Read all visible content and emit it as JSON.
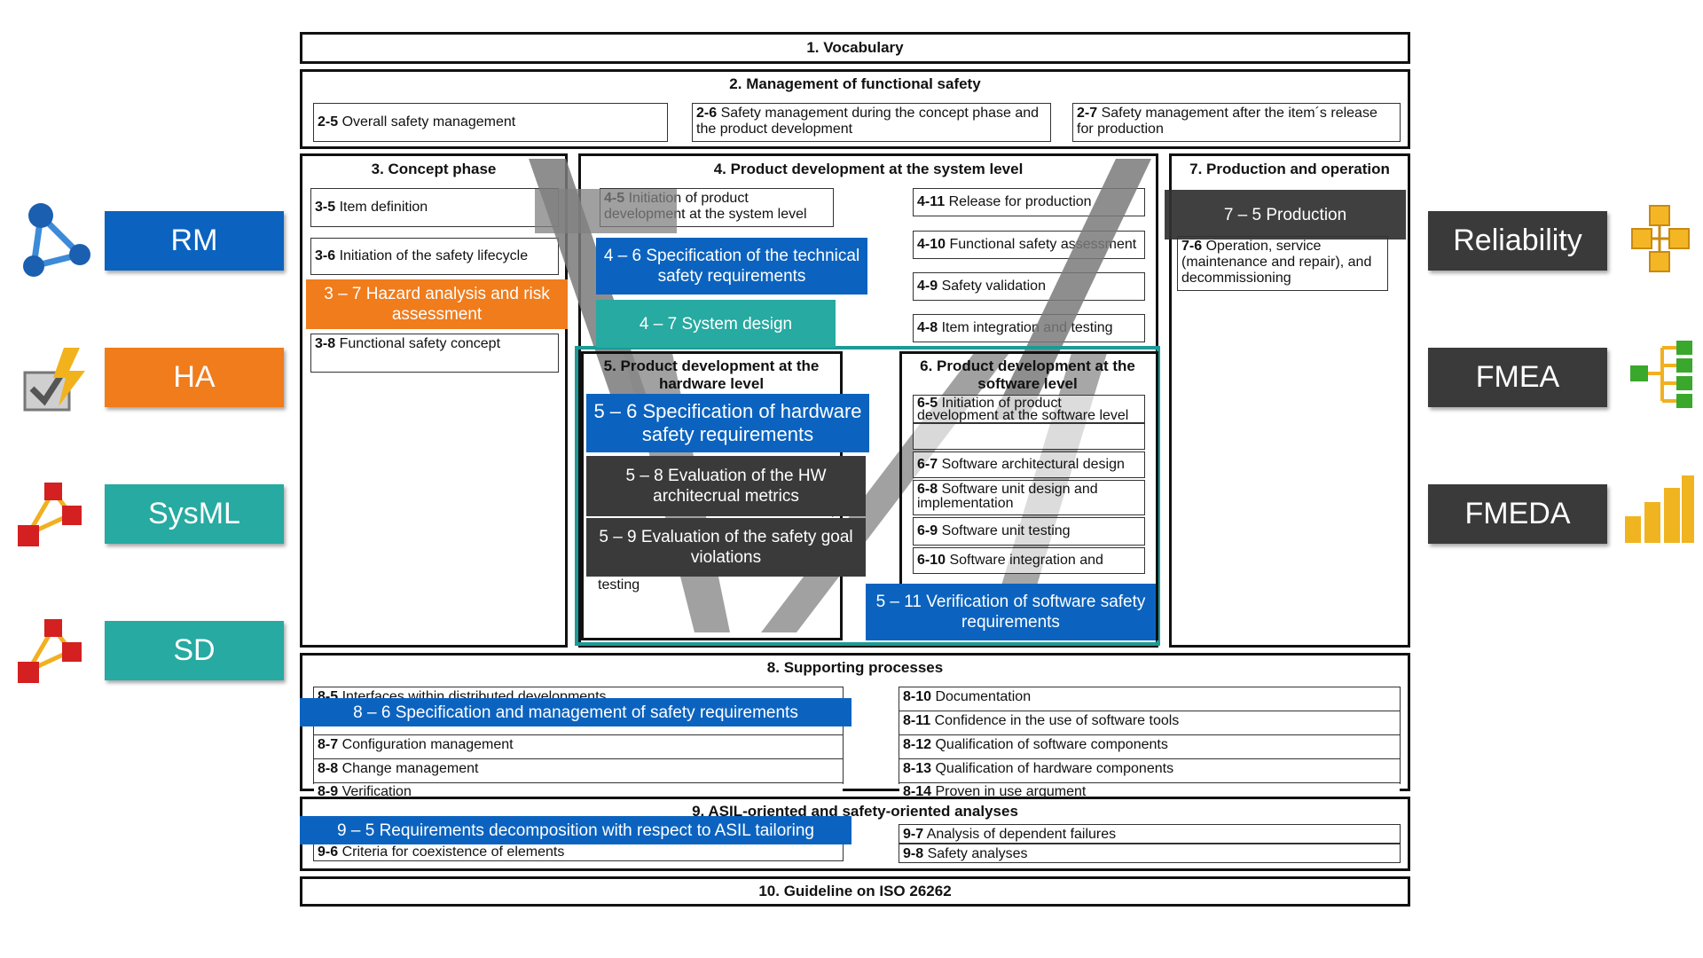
{
  "side_left": [
    {
      "label": "RM",
      "color": "#0b63bf",
      "icon": "molecule-icon"
    },
    {
      "label": "HA",
      "color": "#f07c1c",
      "icon": "lightning-checkbox-icon"
    },
    {
      "label": "SysML",
      "color": "#26aaa1",
      "icon": "hierarchy-blocks-icon"
    },
    {
      "label": "SD",
      "color": "#26aaa1",
      "icon": "hierarchy-blocks-icon"
    }
  ],
  "side_right": [
    {
      "label": "Reliability",
      "color": "#3a3a3a",
      "icon": "cube-stack-icon"
    },
    {
      "label": "FMEA",
      "color": "#3a3a3a",
      "icon": "tree-structure-icon"
    },
    {
      "label": "FMEDA",
      "color": "#3a3a3a",
      "icon": "bar-chart-icon"
    }
  ],
  "vocabulary": "1. Vocabulary",
  "management": {
    "title": "2. Management of functional safety",
    "b1_num": "2-5",
    "b1_text": " Overall safety management",
    "b2_num": "2-6",
    "b2_text": " Safety management during the  concept phase and the product development",
    "b3_num": "2-7",
    "b3_text": " Safety management after the item´s release for production"
  },
  "concept": {
    "title": "3. Concept phase",
    "i1_num": "3-5",
    "i1_text": " Item definition",
    "i2_num": "3-6",
    "i2_text": " Initiation of the safety lifecycle",
    "i3_num": "3-8",
    "i3_text": " Functional safety concept"
  },
  "system": {
    "title": "4. Product development at the system level",
    "i1_num": "4-5",
    "i1_text": " Initiation of product development at the system level",
    "i2_num": "4-11",
    "i2_text": " Release for production",
    "i3_num": "4-10",
    "i3_text": " Functional safety assessment",
    "i4_num": "4-9",
    "i4_text": " Safety validation",
    "i5_num": "4-8",
    "i5_text": " Item integration and testing"
  },
  "production": {
    "title": "7. Production and operation",
    "i1_num": "7-6",
    "i1_text": " Operation, service (maintenance and repair), and decommissioning"
  },
  "hardware": {
    "title": "5. Product development at the hardware level",
    "partial": "testing"
  },
  "software": {
    "title": "6. Product development at the software level",
    "i1_num": "6-5",
    "i1_text": " Initiation of product development at the software level",
    "i2_num": "6-7",
    "i2_text": " Software architectural design",
    "i3_num": "6-8",
    "i3_text": " Software unit design and implementation",
    "i4_num": "6-9",
    "i4_text": " Software unit testing",
    "i5_num": "6-10",
    "i5_text": " Software integration and"
  },
  "supporting": {
    "title": "8. Supporting processes",
    "left": [
      {
        "num": "8-5",
        "text": " Interfaces within distributed developments"
      },
      {
        "num": "8-7",
        "text": " Configuration management"
      },
      {
        "num": "8-8",
        "text": " Change management"
      },
      {
        "num": "8-9",
        "text": " Verification"
      }
    ],
    "right": [
      {
        "num": "8-10",
        "text": " Documentation"
      },
      {
        "num": "8-11",
        "text": " Confidence in the use of software tools"
      },
      {
        "num": "8-12",
        "text": " Qualification of software components"
      },
      {
        "num": "8-13",
        "text": " Qualification of hardware components"
      },
      {
        "num": "8-14",
        "text": " Proven in use argument"
      }
    ]
  },
  "asil": {
    "title": "9. ASIL-oriented and safety-oriented analyses",
    "l1_num": "9-6",
    "l1_text": " Criteria for coexistence of elements",
    "r1_num": "9-7",
    "r1_text": " Analysis of dependent failures",
    "r2_num": "9-8",
    "r2_text": " Safety analyses"
  },
  "guideline": "10. Guideline on ISO 26262",
  "overlays": {
    "hazard": "3 – 7 Hazard analysis and risk assessment",
    "tech_req": "4 – 6 Specification of the technical safety requirements",
    "sys_design": "4 – 7 System design",
    "production": "7 – 5 Production",
    "hw_req": "5 – 6 Specification of hardware safety requirements",
    "hw_metrics": "5 – 8 Evaluation of the HW architecrual metrics",
    "goal_viol": "5 – 9 Evaluation of the safety goal violations",
    "sw_verif": "5 –  11 Verification of software safety requirements",
    "safety_req": "8 – 6 Specification and management of safety requirements",
    "decomp": "9 – 5 Requirements decomposition with respect to ASIL tailoring"
  }
}
